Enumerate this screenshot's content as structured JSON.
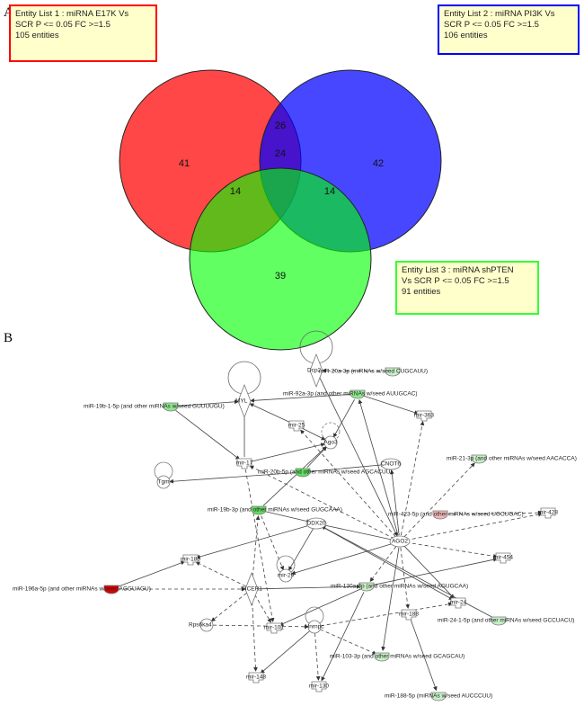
{
  "panel_a": {
    "letter": "A",
    "lists": [
      {
        "line1": "Entity List 1 : miRNA E17K Vs",
        "line2": "SCR P <= 0.05 FC >=1.5",
        "line3": "105 entities",
        "color": "#ff0000"
      },
      {
        "line1": "Entity List 2 : miRNA PI3K Vs",
        "line2": "SCR P <= 0.05 FC >=1.5",
        "line3": "106 entities",
        "color": "#0000ff"
      },
      {
        "line1": "Entity List 3 : miRNA shPTEN",
        "line2": "Vs SCR P <= 0.05 FC >=1.5",
        "line3": "91 entities",
        "color": "#00ff00"
      }
    ],
    "regions": {
      "only_1": "41",
      "only_2": "42",
      "only_3": "39",
      "1_2": "26",
      "1_3": "14",
      "2_3": "14",
      "all": "24"
    }
  },
  "panel_b": {
    "letter": "B",
    "nodes": [
      {
        "id": "myl",
        "label": "MYL",
        "shape": "diamond-loop"
      },
      {
        "id": "dcp2",
        "label": "Dcp2",
        "shape": "diamond-loop"
      },
      {
        "id": "m20a",
        "label": "miR-20a-3p (miRNAs w/seed CUGCAUU)",
        "shape": "mirna",
        "color": "#c8f0c8"
      },
      {
        "id": "m92a",
        "label": "miR-92a-3p (and other miRNAs w/seed AUUGCAC)",
        "shape": "mirna",
        "color": "#90e890"
      },
      {
        "id": "m19b1",
        "label": "miR-19b-1-5p (and other miRNAs w/seed GUUUUGU)",
        "shape": "mirna",
        "color": "#90e890"
      },
      {
        "id": "mir363",
        "label": "mir-363",
        "shape": "rect"
      },
      {
        "id": "mir25",
        "label": "mir-25",
        "shape": "rect"
      },
      {
        "id": "ago3",
        "label": "Ago3",
        "shape": "circle-loop"
      },
      {
        "id": "mir17",
        "label": "mir-17",
        "shape": "rect"
      },
      {
        "id": "m20b",
        "label": "miR-20b-5p (and other miRNAs w/seed AGCACUU)",
        "shape": "mirna",
        "color": "#60dd60"
      },
      {
        "id": "cnot6",
        "label": "CNOT6",
        "shape": "ellipse"
      },
      {
        "id": "m21",
        "label": "miR-21-3p (and other miRNAs w/seed AACACCA)",
        "shape": "mirna",
        "color": "#c8f0c8"
      },
      {
        "id": "tgm",
        "label": "Tgm",
        "shape": "circle-loop"
      },
      {
        "id": "m19b3",
        "label": "miR-19b-3p (and other miRNAs w/seed GUGCAAA)",
        "shape": "mirna",
        "color": "#60dd60"
      },
      {
        "id": "ddx20",
        "label": "DDX20",
        "shape": "ellipse"
      },
      {
        "id": "m423",
        "label": "miR-423-5p (and other miRNAs w/seed UGCUGAC)",
        "shape": "mirna",
        "color": "#f4b8b8"
      },
      {
        "id": "mir428",
        "label": "mir-428",
        "shape": "rect"
      },
      {
        "id": "ago2",
        "label": "AGO2",
        "shape": "ellipse"
      },
      {
        "id": "mir186",
        "label": "mir-186",
        "shape": "rect"
      },
      {
        "id": "mir454",
        "label": "mir-454",
        "shape": "rect"
      },
      {
        "id": "m196a",
        "label": "miR-196a-5p (and other miRNAs w/seed AGGUAGU)",
        "shape": "mirna",
        "color": "#dd0000"
      },
      {
        "id": "dicer1",
        "label": "DICER1",
        "shape": "diamond"
      },
      {
        "id": "mir29",
        "label": "mir-29",
        "shape": "circle-loop"
      },
      {
        "id": "m130a",
        "label": "miR-130a-3p (and other miRNAs w/seed AGUGCAA)",
        "shape": "mirna",
        "color": "#c8f0c8"
      },
      {
        "id": "mir24",
        "label": "mir-24",
        "shape": "rect"
      },
      {
        "id": "mir188",
        "label": "mir-188",
        "shape": "rect"
      },
      {
        "id": "m24",
        "label": "miR-24-1-5p (and other miRNAs w/seed GCCUACU)",
        "shape": "mirna",
        "color": "#c8f0c8"
      },
      {
        "id": "rps6",
        "label": "Rps6ka4",
        "shape": "circle"
      },
      {
        "id": "mir101",
        "label": "mir-101",
        "shape": "rect"
      },
      {
        "id": "hnrnpc",
        "label": "Hnrnpc",
        "shape": "circle-loop"
      },
      {
        "id": "m103",
        "label": "miR-103-3p (and other miRNAs w/seed GCAGCAU)",
        "shape": "mirna",
        "color": "#c8f0c8"
      },
      {
        "id": "mir148",
        "label": "mir-148",
        "shape": "rect"
      },
      {
        "id": "mir130",
        "label": "mir-130",
        "shape": "rect"
      },
      {
        "id": "m188",
        "label": "miR-188-5p (miRNAs w/seed AUCCCUU)",
        "shape": "mirna",
        "color": "#c8f0c8"
      }
    ],
    "edges": [
      [
        "m19b1",
        "myl",
        0
      ],
      [
        "m19b1",
        "mir17",
        0
      ],
      [
        "mir17",
        "myl",
        0
      ],
      [
        "m92a",
        "myl",
        0
      ],
      [
        "m92a",
        "mir363",
        0
      ],
      [
        "m92a",
        "ago3",
        0
      ],
      [
        "mir25",
        "myl",
        0
      ],
      [
        "mir25",
        "ago3",
        0
      ],
      [
        "mir17",
        "ago3",
        0
      ],
      [
        "m20b",
        "ago3",
        0
      ],
      [
        "m20b",
        "cnot6",
        0
      ],
      [
        "m20b",
        "tgm",
        0
      ],
      [
        "m20a",
        "dcp2",
        1
      ],
      [
        "dcp2",
        "ago2",
        0
      ],
      [
        "ago2",
        "m21",
        1
      ],
      [
        "ago2",
        "mir363",
        1
      ],
      [
        "ago2",
        "cnot6",
        0
      ],
      [
        "ago2",
        "m92a",
        0
      ],
      [
        "m423",
        "mir428",
        1
      ],
      [
        "ago2",
        "mir428",
        1
      ],
      [
        "ago2",
        "mir454",
        1
      ],
      [
        "ago2",
        "ddx20",
        0
      ],
      [
        "ago2",
        "mir17",
        1
      ],
      [
        "ago2",
        "mir25",
        1
      ],
      [
        "ago2",
        "m130a",
        1
      ],
      [
        "ago2",
        "mir188",
        1
      ],
      [
        "ago2",
        "mir24",
        0
      ],
      [
        "ago2",
        "m103",
        0
      ],
      [
        "ago2",
        "mir29",
        0
      ],
      [
        "ddx20",
        "mir186",
        0
      ],
      [
        "ddx20",
        "mir29",
        0
      ],
      [
        "ddx20",
        "mir24",
        0
      ],
      [
        "m196a",
        "mir186",
        0
      ],
      [
        "m196a",
        "dicer1",
        1
      ],
      [
        "dicer1",
        "mir186",
        1
      ],
      [
        "dicer1",
        "rps6",
        1
      ],
      [
        "dicer1",
        "mir101",
        1
      ],
      [
        "dicer1",
        "mir148",
        1
      ],
      [
        "dicer1",
        "m19b3",
        1
      ],
      [
        "dicer1",
        "m130a",
        0
      ],
      [
        "hnrnpc",
        "mir148",
        0
      ],
      [
        "hnrnpc",
        "mir130",
        1
      ],
      [
        "hnrnpc",
        "m103",
        1
      ],
      [
        "hnrnpc",
        "mir24",
        1
      ],
      [
        "rps6",
        "hnrnpc",
        1
      ],
      [
        "m130a",
        "mir130",
        0
      ],
      [
        "m130a",
        "mir454",
        0
      ],
      [
        "m24",
        "ddx20",
        0
      ],
      [
        "mir188",
        "m188",
        0
      ],
      [
        "m19b3",
        "ddx20",
        0
      ],
      [
        "m19b3",
        "mir29",
        1
      ],
      [
        "mir17",
        "mir101",
        1
      ],
      [
        "m19b3",
        "ago3",
        0
      ],
      [
        "m130a",
        "mir101",
        0
      ]
    ]
  }
}
